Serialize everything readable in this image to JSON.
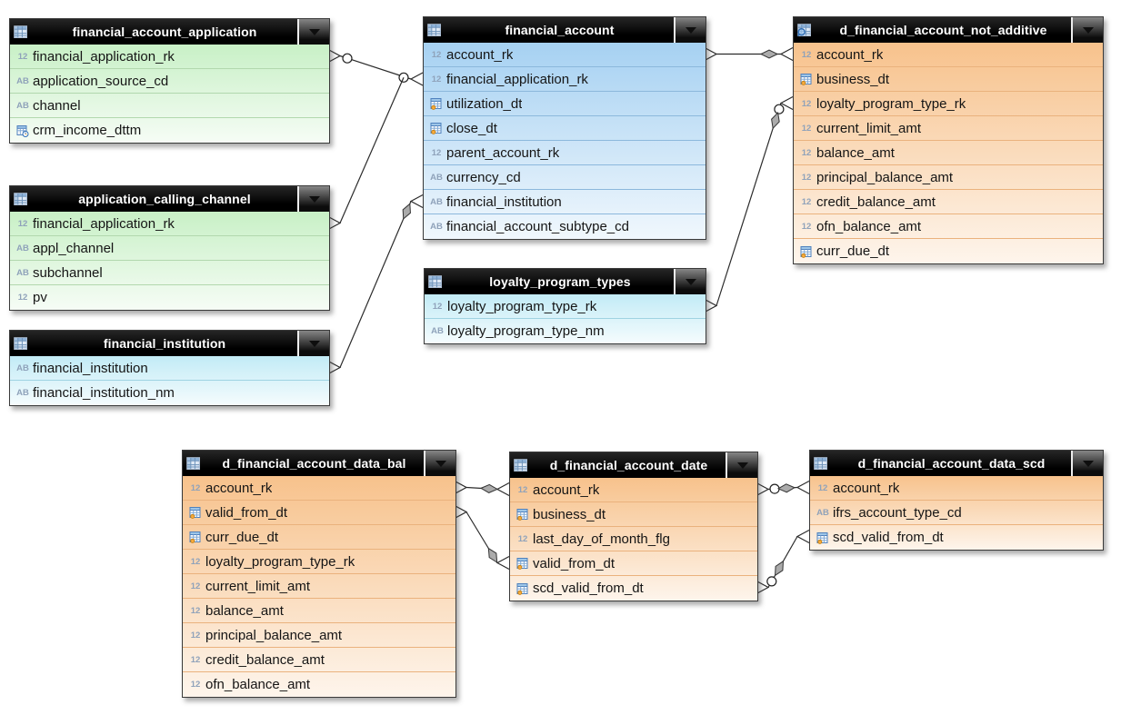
{
  "diagram": {
    "palette": {
      "green": "#c8f0c6",
      "blue": "#a6d1f2",
      "cyan": "#c2ebf6",
      "orange": "#f7c28c"
    },
    "separators": {
      "green": "#b2d8ae",
      "blue": "#8cb8dc",
      "cyan": "#9fd3e2",
      "orange": "#eab27d"
    },
    "header_bg": "#000000",
    "tables": [
      {
        "title": "financial_account_application",
        "color": "green",
        "icon": "table",
        "fields": [
          {
            "type": "num",
            "name": "financial_application_rk"
          },
          {
            "type": "str",
            "name": "application_source_cd"
          },
          {
            "type": "str",
            "name": "channel"
          },
          {
            "type": "datetime",
            "name": "crm_income_dttm"
          }
        ]
      },
      {
        "title": "application_calling_channel",
        "color": "green",
        "icon": "table",
        "fields": [
          {
            "type": "num",
            "name": "financial_application_rk"
          },
          {
            "type": "str",
            "name": "appl_channel"
          },
          {
            "type": "str",
            "name": "subchannel"
          },
          {
            "type": "num",
            "name": "pv"
          }
        ]
      },
      {
        "title": "financial_institution",
        "color": "cyan",
        "icon": "table",
        "fields": [
          {
            "type": "str",
            "name": "financial_institution"
          },
          {
            "type": "str",
            "name": "financial_institution_nm"
          }
        ]
      },
      {
        "title": "financial_account",
        "color": "blue",
        "icon": "table",
        "fields": [
          {
            "type": "num",
            "name": "account_rk"
          },
          {
            "type": "num",
            "name": "financial_application_rk"
          },
          {
            "type": "date",
            "name": "utilization_dt"
          },
          {
            "type": "date",
            "name": "close_dt"
          },
          {
            "type": "num",
            "name": "parent_account_rk"
          },
          {
            "type": "str",
            "name": "currency_cd"
          },
          {
            "type": "str",
            "name": "financial_institution"
          },
          {
            "type": "str",
            "name": "financial_account_subtype_cd"
          }
        ]
      },
      {
        "title": "loyalty_program_types",
        "color": "cyan",
        "icon": "table",
        "fields": [
          {
            "type": "num",
            "name": "loyalty_program_type_rk"
          },
          {
            "type": "str",
            "name": "loyalty_program_type_nm"
          }
        ]
      },
      {
        "title": "d_financial_account_not_additive",
        "color": "orange",
        "icon": "view",
        "fields": [
          {
            "type": "num",
            "name": "account_rk"
          },
          {
            "type": "date",
            "name": "business_dt"
          },
          {
            "type": "num",
            "name": "loyalty_program_type_rk"
          },
          {
            "type": "num",
            "name": "current_limit_amt"
          },
          {
            "type": "num",
            "name": "balance_amt"
          },
          {
            "type": "num",
            "name": "principal_balance_amt"
          },
          {
            "type": "num",
            "name": "credit_balance_amt"
          },
          {
            "type": "num",
            "name": "ofn_balance_amt"
          },
          {
            "type": "date",
            "name": "curr_due_dt"
          }
        ]
      },
      {
        "title": "d_financial_account_data_bal",
        "color": "orange",
        "icon": "table",
        "fields": [
          {
            "type": "num",
            "name": "account_rk"
          },
          {
            "type": "date",
            "name": "valid_from_dt"
          },
          {
            "type": "date",
            "name": "curr_due_dt"
          },
          {
            "type": "num",
            "name": "loyalty_program_type_rk"
          },
          {
            "type": "num",
            "name": "current_limit_amt"
          },
          {
            "type": "num",
            "name": "balance_amt"
          },
          {
            "type": "num",
            "name": "principal_balance_amt"
          },
          {
            "type": "num",
            "name": "credit_balance_amt"
          },
          {
            "type": "num",
            "name": "ofn_balance_amt"
          }
        ]
      },
      {
        "title": "d_financial_account_date",
        "color": "orange",
        "icon": "table",
        "fields": [
          {
            "type": "num",
            "name": "account_rk"
          },
          {
            "type": "date",
            "name": "business_dt"
          },
          {
            "type": "num",
            "name": "last_day_of_month_flg"
          },
          {
            "type": "date",
            "name": "valid_from_dt"
          },
          {
            "type": "date",
            "name": "scd_valid_from_dt"
          }
        ]
      },
      {
        "title": "d_financial_account_data_scd",
        "color": "orange",
        "icon": "table",
        "fields": [
          {
            "type": "num",
            "name": "account_rk"
          },
          {
            "type": "str",
            "name": "ifrs_account_type_cd"
          },
          {
            "type": "date",
            "name": "scd_valid_from_dt"
          }
        ]
      }
    ],
    "relationships": [
      {
        "from": "financial_account_application.financial_application_rk",
        "to": "financial_account.financial_application_rk",
        "markers": "circle-both-ends"
      },
      {
        "from": "application_calling_channel.financial_application_rk",
        "to": "financial_account.financial_application_rk",
        "markers": "shared-circle-at-to"
      },
      {
        "from": "financial_institution.financial_institution",
        "to": "financial_account.financial_institution",
        "markers": "diamond-at-to"
      },
      {
        "from": "financial_account.account_rk",
        "to": "d_financial_account_not_additive.account_rk",
        "markers": "diamond-at-to"
      },
      {
        "from": "loyalty_program_types.loyalty_program_type_rk",
        "to": "d_financial_account_not_additive.loyalty_program_type_rk",
        "markers": "circle-diamond-at-to"
      },
      {
        "from": "d_financial_account_data_bal.account_rk",
        "to": "d_financial_account_date.account_rk",
        "markers": "diamond-mid"
      },
      {
        "from": "d_financial_account_data_bal.valid_from_dt",
        "to": "d_financial_account_date.valid_from_dt",
        "markers": "diamond-at-to"
      },
      {
        "from": "d_financial_account_date.account_rk",
        "to": "d_financial_account_data_scd.account_rk",
        "markers": "circle-diamond-at-from"
      },
      {
        "from": "d_financial_account_date.scd_valid_from_dt",
        "to": "d_financial_account_data_scd.scd_valid_from_dt",
        "markers": "circle-at-from-diamond-mid"
      }
    ]
  }
}
